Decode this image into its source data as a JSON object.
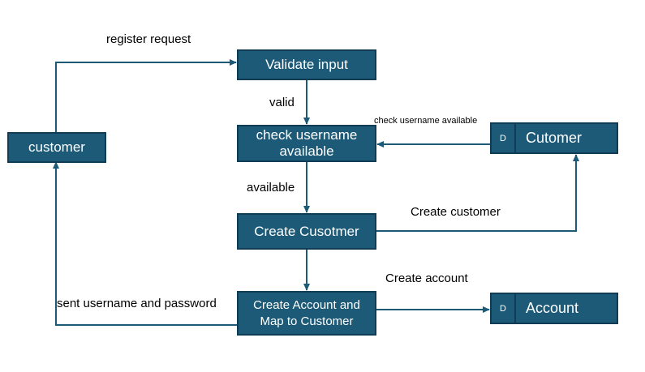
{
  "nodes": {
    "customer": "customer",
    "validate_input": "Validate input",
    "check_username": "check username available",
    "create_customer": "Create Cusotmer",
    "create_account": "Create Account and Map to Customer"
  },
  "stores": {
    "customer_store": {
      "id": "D",
      "name": "Cutomer"
    },
    "account_store": {
      "id": "D",
      "name": "Account"
    }
  },
  "flows": {
    "register_request": "register request",
    "valid": "valid",
    "check_username_available": "check username available",
    "available": "available",
    "create_customer": "Create customer",
    "create_account": "Create account",
    "sent_credentials": "sent username and password"
  },
  "colors": {
    "node_fill": "#1c5a78",
    "node_border": "#103c55",
    "arrow": "#1c5a78"
  }
}
